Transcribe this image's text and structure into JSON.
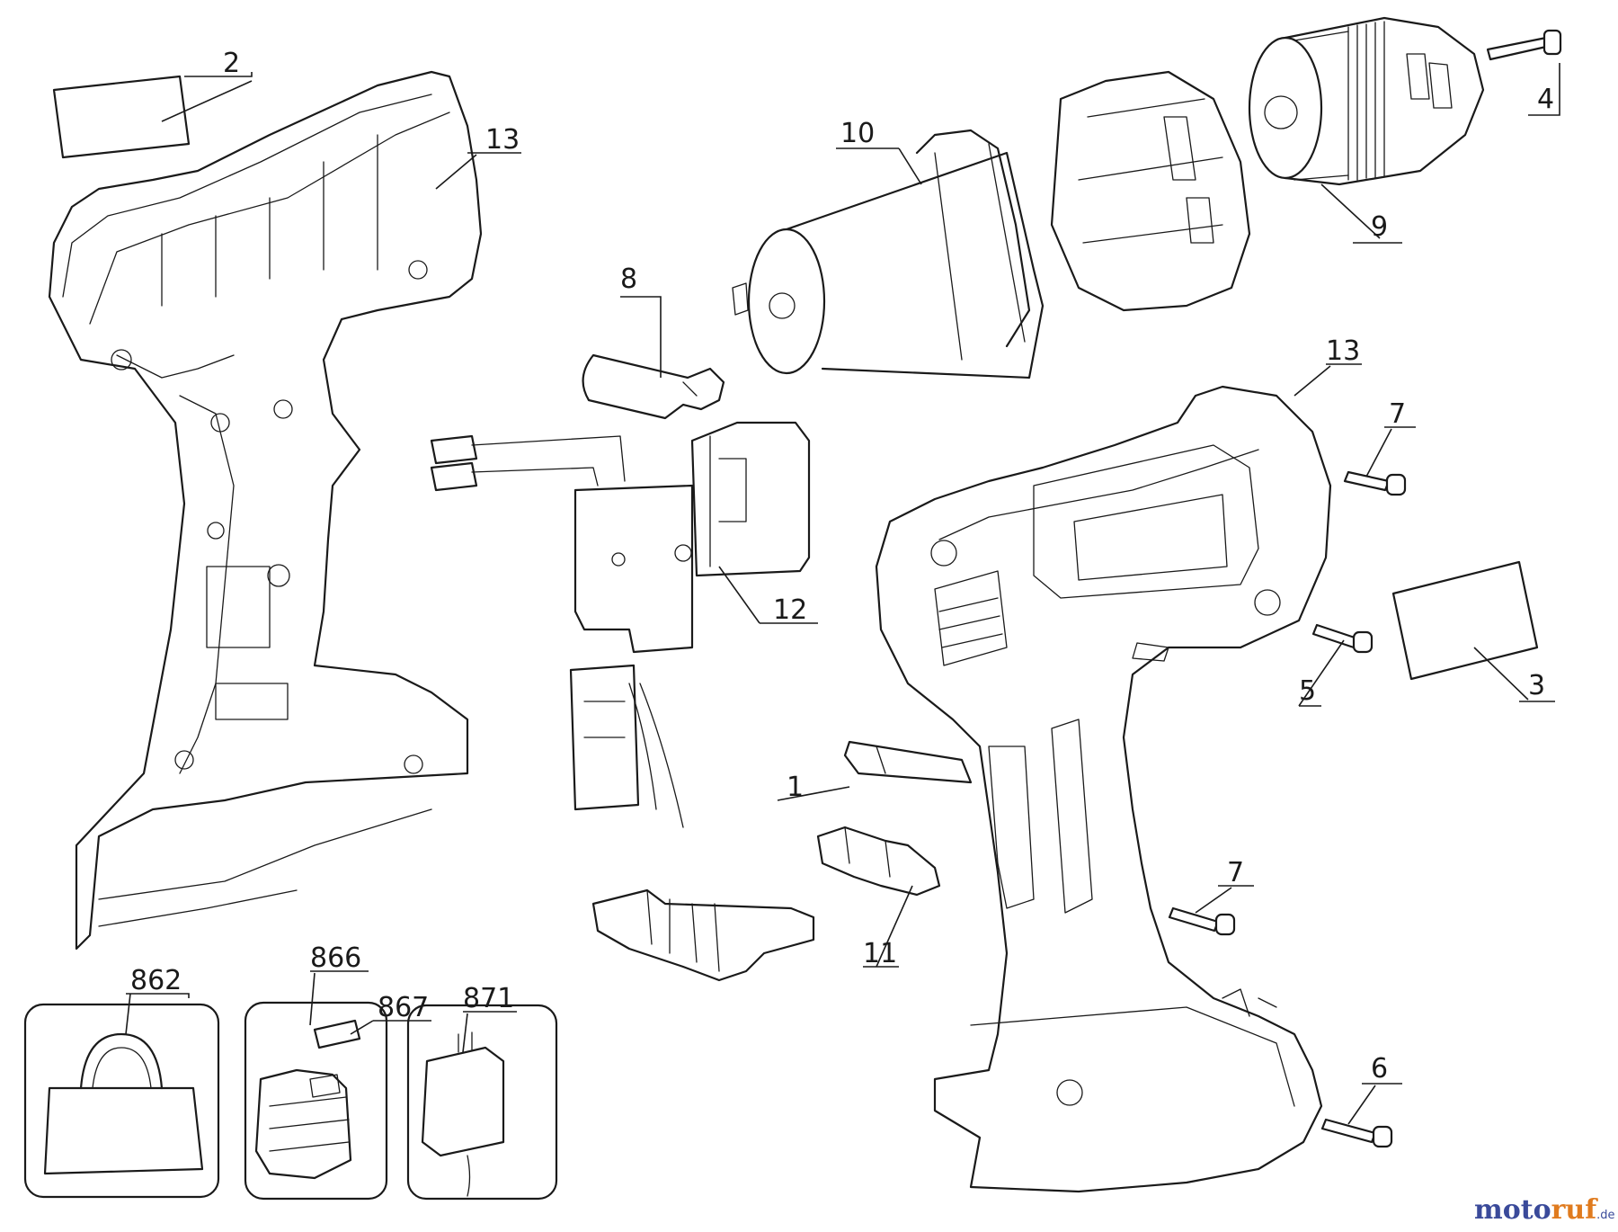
{
  "diagram": {
    "callouts": {
      "c1": "1",
      "c2": "2",
      "c3": "3",
      "c4": "4",
      "c5": "5",
      "c6": "6",
      "c7a": "7",
      "c7b": "7",
      "c8": "8",
      "c9": "9",
      "c10": "10",
      "c11": "11",
      "c12": "12",
      "c13a": "13",
      "c13b": "13",
      "c862": "862",
      "c866": "866",
      "c867": "867",
      "c871": "871"
    }
  },
  "watermark": {
    "part1": "moto",
    "part2": "ruf",
    "suffix": ".de"
  }
}
